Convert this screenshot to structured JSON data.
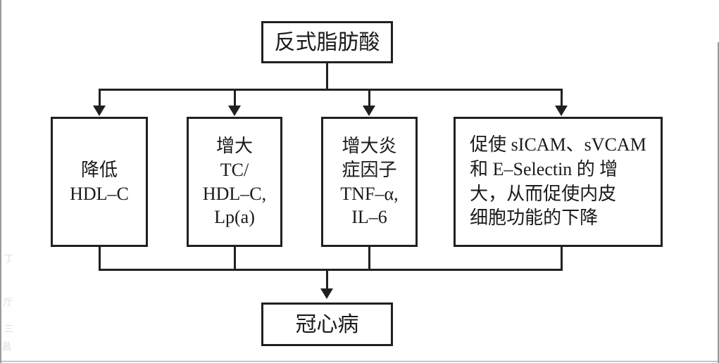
{
  "diagram": {
    "title_node": {
      "id": "trans-fatty-acids",
      "lines": [
        "反式脂肪酸"
      ]
    },
    "outcome_node": {
      "id": "coronary-heart-disease",
      "lines": [
        "冠心病"
      ]
    },
    "branches": [
      {
        "id": "hdl-decrease",
        "lines": [
          "降低",
          "HDL–C"
        ]
      },
      {
        "id": "tc-hdl-ratio-increase",
        "lines": [
          "增大",
          "TC/",
          "HDL–C,",
          "Lp(a)"
        ]
      },
      {
        "id": "inflammatory-factor-increase",
        "lines": [
          "增大炎",
          "症因子",
          "TNF–α,",
          "IL–6"
        ]
      },
      {
        "id": "adhesion-molecule-increase",
        "lines": [
          "促使 sICAM、sVCAM",
          "和 E–Selectin 的 增",
          "大，从而促使内皮",
          "细胞功能的下降"
        ]
      }
    ]
  },
  "colors": {
    "stroke": "#231f20",
    "background": "#ffffff",
    "page_edge": "#9a9a9a"
  },
  "scan_artifacts": [
    "丁",
    "厅",
    "三",
    "昌"
  ]
}
